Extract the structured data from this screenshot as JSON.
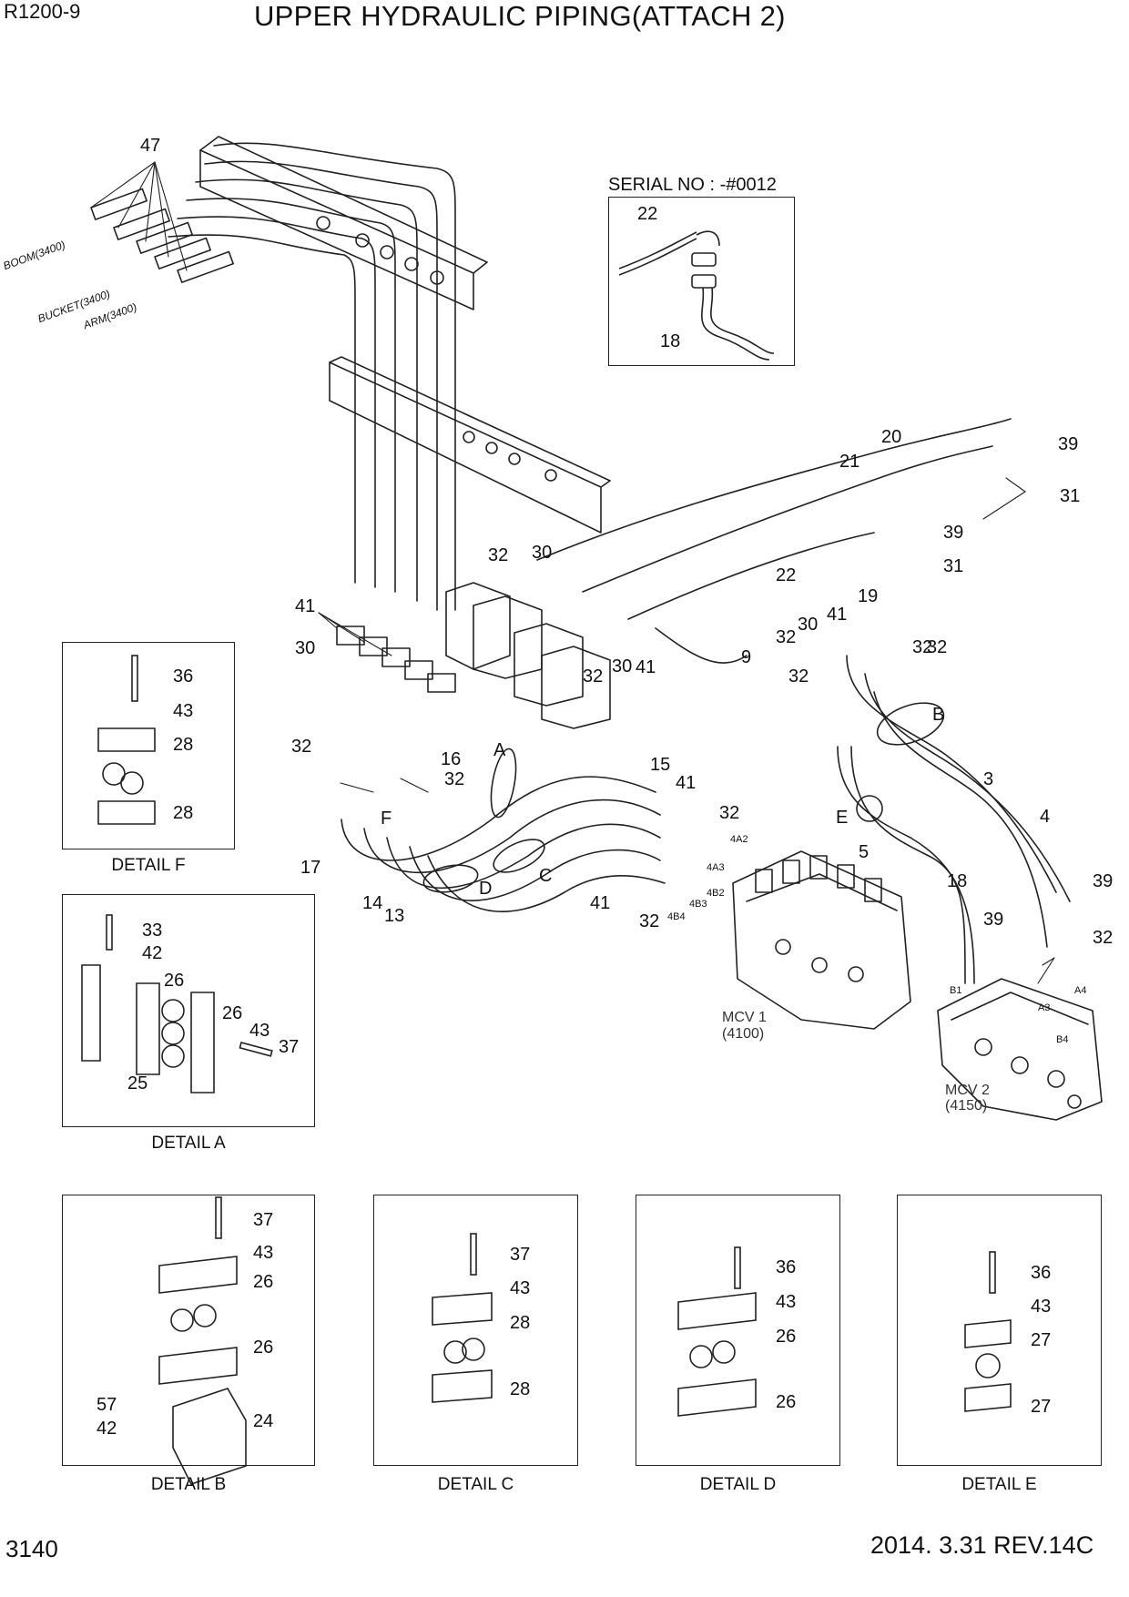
{
  "header": {
    "model": "R1200-9",
    "title": "UPPER HYDRAULIC PIPING(ATTACH 2)"
  },
  "footer": {
    "page_number": "3140",
    "revision": "2014. 3.31  REV.14C"
  },
  "serial_box": {
    "title": "SERIAL NO : -#0012",
    "labels": [
      "22",
      "18"
    ]
  },
  "hose_routing_labels": [
    "BOOM(3400)",
    "BUCKET(3400)",
    "ARM(3400)"
  ],
  "main_labels": {
    "p47": "47",
    "p20": "20",
    "p21": "21",
    "p39a": "39",
    "p31a": "31",
    "p39b": "39",
    "p31b": "31",
    "p22": "22",
    "p19": "19",
    "p41a": "41",
    "p30a": "30",
    "p32a": "32",
    "p30b": "30",
    "p32b": "32",
    "p9": "9",
    "p41b": "41",
    "p30c": "30",
    "p32c": "32",
    "p41c": "41",
    "p30d": "30",
    "p32d": "32",
    "p32e": "32",
    "p32f": "32",
    "p32g": "32",
    "pB": "B",
    "p3": "3",
    "p16": "16",
    "pA": "A",
    "p15": "15",
    "p41d": "41",
    "p32h": "32",
    "pF": "F",
    "p17": "17",
    "p4": "4",
    "pE": "E",
    "p5": "5",
    "p39c": "39",
    "pC": "C",
    "p14": "14",
    "p13": "13",
    "pD": "D",
    "p41e": "41",
    "p32i": "32",
    "p18": "18",
    "p39d": "39",
    "p32j": "32",
    "p32k": "32"
  },
  "port_labels": {
    "a2": "4A2",
    "a3": "4A3",
    "b2": "4B2",
    "b3": "4B3",
    "b4": "4B4",
    "b1": "B1",
    "a3m": "A3",
    "a4": "A4",
    "b4m": "B4"
  },
  "valves": {
    "mcv1_name": "MCV 1",
    "mcv1_code": "(4100)",
    "mcv2_name": "MCV 2",
    "mcv2_code": "(4150)"
  },
  "details": {
    "f": {
      "caption": "DETAIL F",
      "labels": [
        "36",
        "43",
        "28",
        "28"
      ]
    },
    "a": {
      "caption": "DETAIL A",
      "labels": [
        "33",
        "42",
        "26",
        "26",
        "43",
        "37",
        "25"
      ]
    },
    "b": {
      "caption": "DETAIL B",
      "labels": [
        "37",
        "43",
        "26",
        "26",
        "57",
        "42",
        "24"
      ]
    },
    "c": {
      "caption": "DETAIL C",
      "labels": [
        "37",
        "43",
        "28",
        "28"
      ]
    },
    "d": {
      "caption": "DETAIL D",
      "labels": [
        "36",
        "43",
        "26",
        "26"
      ]
    },
    "e": {
      "caption": "DETAIL E",
      "labels": [
        "36",
        "43",
        "27",
        "27"
      ]
    }
  }
}
